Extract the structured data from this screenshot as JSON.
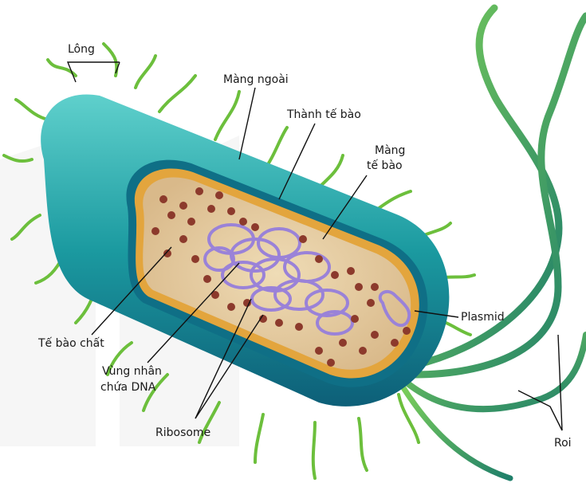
{
  "labels": {
    "long": "Lông",
    "mang_ngoai": "Màng ngoài",
    "thanh_te_bao": "Thành tế bào",
    "mang_te_bao_1": "Màng",
    "mang_te_bao_2": "tế bào",
    "plasmid": "Plasmid",
    "te_bao_chat": "Tế bào chất",
    "vung_nhan_1": "Vùng nhân",
    "vung_nhan_2": "chứa DNA",
    "ribosome": "Ribosome",
    "roi": "Roi"
  },
  "colors": {
    "outer_membrane": "#1b8f93",
    "cell_wall": "#0f6f86",
    "cell_membrane": "#e3a53d",
    "cytoplasm": "#e9d2a6",
    "dna": "#9a82d8",
    "ribosome": "#8c3a2c",
    "pili": "#6cbf3c",
    "flagellum": "#3a9a5a"
  }
}
